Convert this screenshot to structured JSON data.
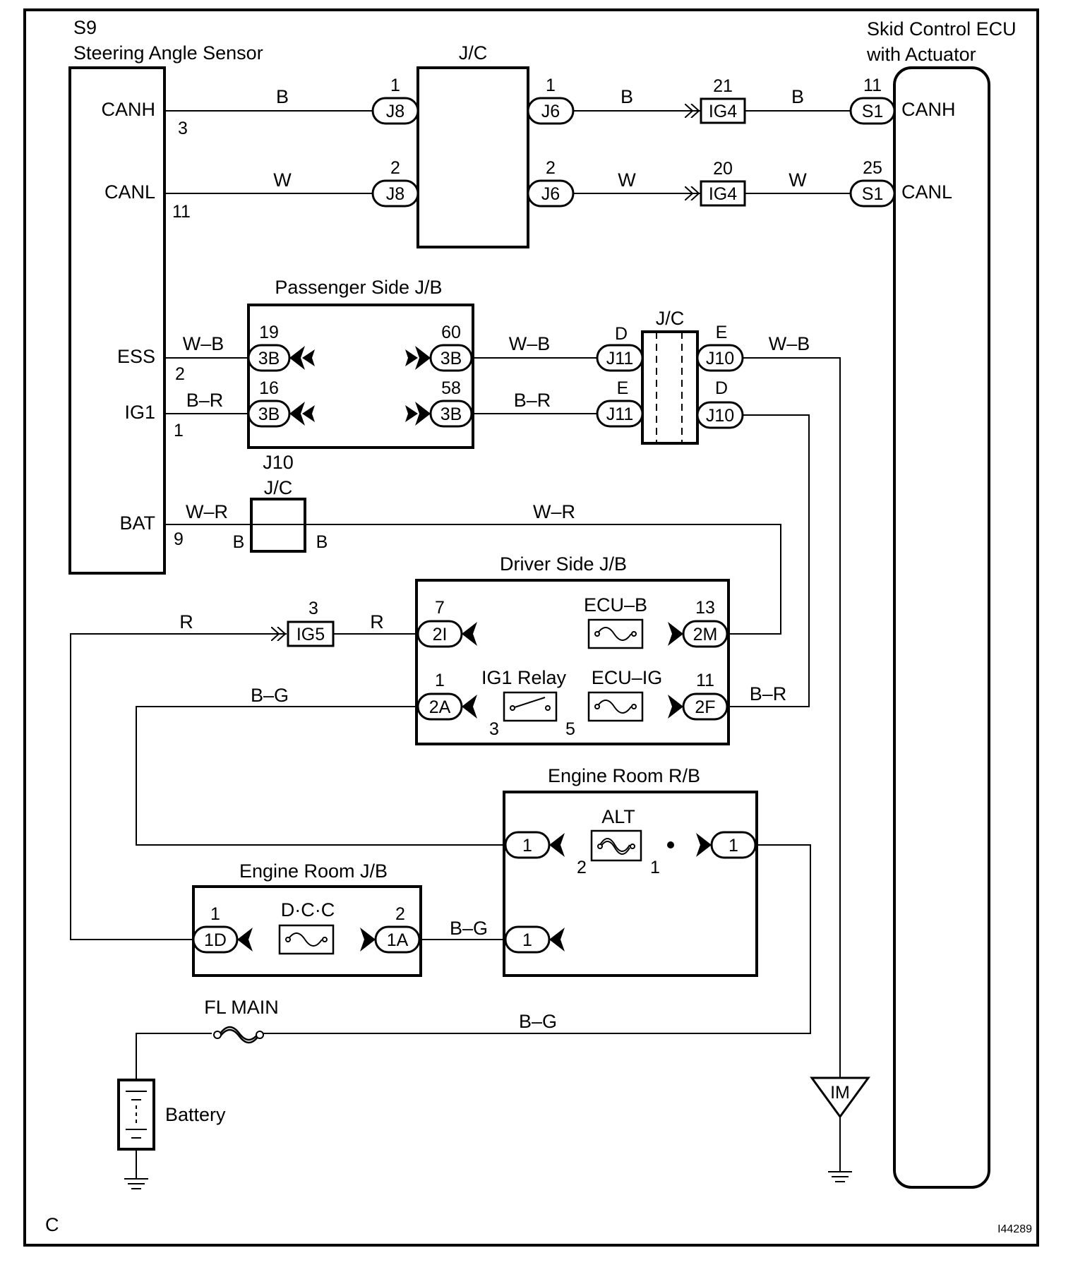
{
  "page_id": "C",
  "figure_code": "I44289",
  "left_component": {
    "code": "S9",
    "name": "Steering Angle Sensor",
    "pins": {
      "canh": "CANH",
      "canl": "CANL",
      "ess": "ESS",
      "ig1": "IG1",
      "bat": "BAT"
    },
    "pin_numbers": {
      "canh": "3",
      "canl": "11",
      "ess": "2",
      "ig1": "1",
      "bat": "9"
    }
  },
  "right_component": {
    "line1": "Skid Control ECU",
    "line2": "with Actuator",
    "pins": {
      "canh": "CANH",
      "canl": "CANL"
    }
  },
  "jc_top": {
    "label": "J/C",
    "left_connector": "J8",
    "right_connector": "J6",
    "left_pins": [
      "1",
      "2"
    ],
    "right_pins": [
      "1",
      "2"
    ]
  },
  "ig4": {
    "name": "IG4",
    "pins": [
      "21",
      "20"
    ]
  },
  "s1": {
    "name": "S1",
    "pins": [
      "11",
      "25"
    ]
  },
  "passenger_jb": {
    "title": "Passenger Side J/B",
    "connector": "3B",
    "left_pins": [
      "19",
      "16"
    ],
    "right_pins": [
      "60",
      "58"
    ]
  },
  "jc_mid": {
    "label": "J/C",
    "left_connector": "J11",
    "right_connector": "J10",
    "left_pins": [
      "D",
      "E"
    ],
    "right_pins": [
      "E",
      "D"
    ]
  },
  "jc_bat": {
    "label_top": "J10",
    "label": "J/C",
    "left_pin": "B",
    "right_pin": "B"
  },
  "driver_jb": {
    "title": "Driver Side J/B",
    "conn_2i": "2I",
    "conn_2m": "2M",
    "conn_2a": "2A",
    "conn_2f": "2F",
    "pin_2i": "7",
    "pin_2m": "13",
    "pin_2a": "1",
    "pin_2f": "11",
    "fuse_ecub": "ECU–B",
    "fuse_ecuig": "ECU–IG",
    "relay": "IG1 Relay",
    "relay_pin_a": "3",
    "relay_pin_b": "5"
  },
  "ig5": {
    "name": "IG5",
    "pin": "3"
  },
  "engine_rb": {
    "title": "Engine Room R/B",
    "fuse": "ALT",
    "conn_left_top": "1",
    "conn_right": "1",
    "conn_left_bottom": "1",
    "fuse_pin_left": "2",
    "fuse_pin_right": "1"
  },
  "engine_jb": {
    "title": "Engine Room J/B",
    "fuse": "D·C·C",
    "conn_left": "1D",
    "conn_right": "1A",
    "pin_left": "1",
    "pin_right": "2"
  },
  "fl_main": "FL MAIN",
  "battery": "Battery",
  "ground_im": "IM",
  "wire_colors": {
    "canh_1": "B",
    "canh_2": "B",
    "canh_3": "B",
    "canl_1": "W",
    "canl_2": "W",
    "canl_3": "W",
    "ess_1": "W–B",
    "ess_2": "W–B",
    "ess_3": "W–B",
    "ig1_1": "B–R",
    "ig1_2": "B–R",
    "ig1_3": "B–R",
    "bat_1": "W–R",
    "bat_2": "W–R",
    "r_1": "R",
    "r_2": "R",
    "bg_1": "B–G",
    "bg_2": "B–G",
    "bg_3": "B–G"
  }
}
